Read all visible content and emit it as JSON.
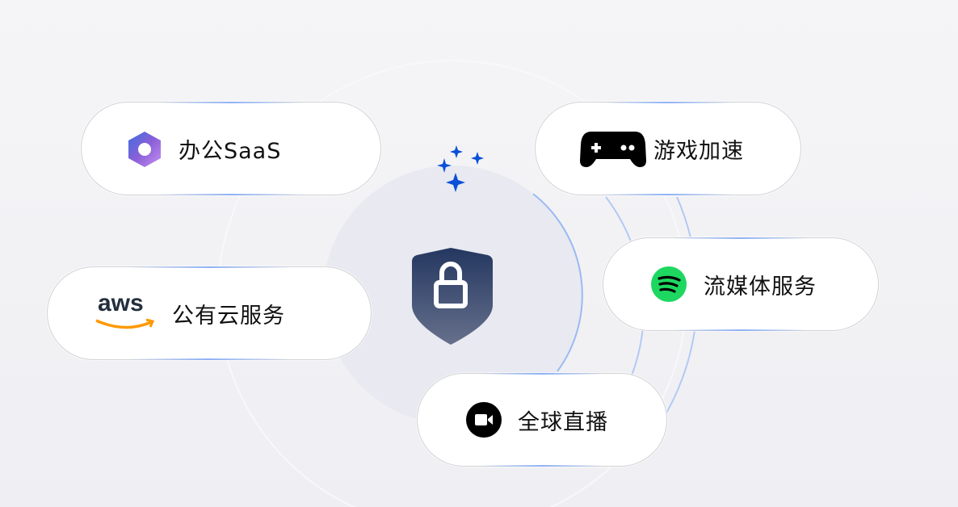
{
  "services": [
    {
      "id": "office-saas",
      "label": "办公SaaS",
      "icon": "microsoft-365-icon"
    },
    {
      "id": "gaming",
      "label": "游戏加速",
      "icon": "gamepad-icon"
    },
    {
      "id": "public-cloud",
      "label": "公有云服务",
      "icon": "aws-logo-icon",
      "logo_text": "aws"
    },
    {
      "id": "streaming",
      "label": "流媒体服务",
      "icon": "spotify-icon"
    },
    {
      "id": "live",
      "label": "全球直播",
      "icon": "video-camera-icon"
    }
  ],
  "center": {
    "icon": "shield-lock-icon"
  },
  "colors": {
    "accent": "#0a4fd6",
    "arc": "#9bbaf2",
    "shield_top": "#243760",
    "shield_bottom": "#66708c",
    "spotify": "#1ed760"
  }
}
